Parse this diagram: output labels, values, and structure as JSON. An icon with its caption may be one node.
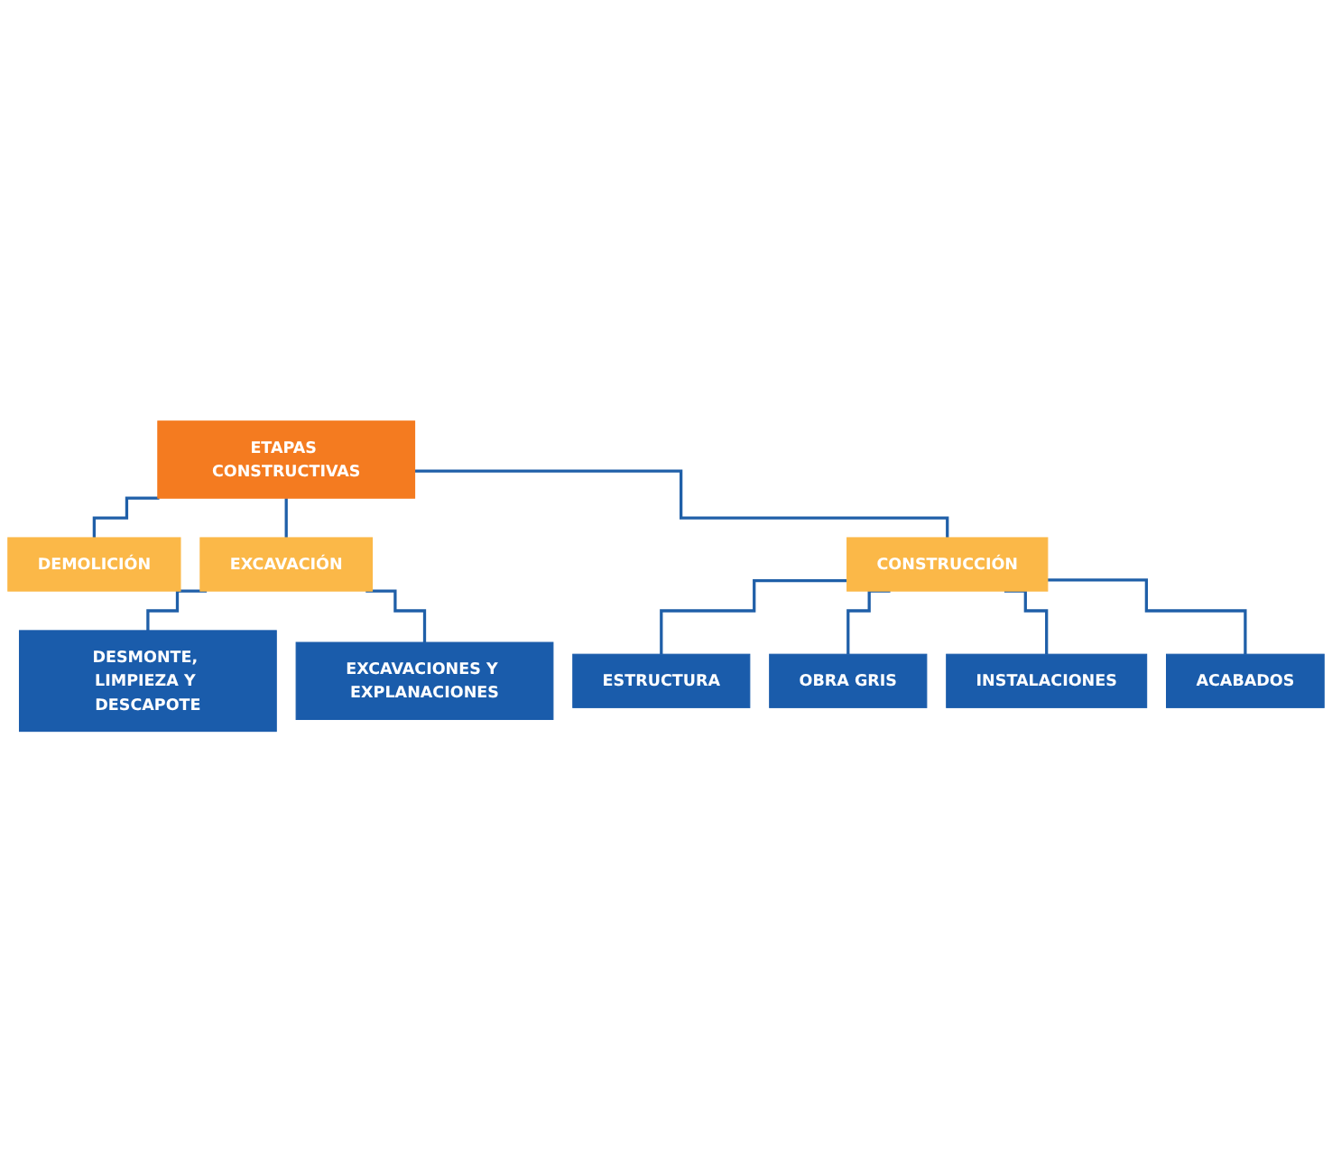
{
  "diagram": {
    "nodes": [
      {
        "text": [
          "ETAPAS CONSTRUCTIVAS"
        ]
      },
      {
        "text": [
          "DEMOLICIÓN"
        ]
      },
      {
        "text": [
          "EXCAVACIÓN"
        ]
      },
      {
        "text": [
          "CONSTRUCCIÓN"
        ]
      },
      {
        "text": [
          "DESMONTE, LIMPIEZA Y DESCAPOTE"
        ]
      },
      {
        "text": [
          "EXCAVACIONES Y EXPLANACIONES"
        ]
      },
      {
        "text": [
          "ESTRUCTURA"
        ]
      },
      {
        "text": [
          "OBRA GRIS"
        ]
      },
      {
        "text": [
          "INSTALACIONES"
        ]
      },
      {
        "text": [
          "ACABADOS"
        ]
      }
    ],
    "edges": [
      {
        "from": 0,
        "to": 1,
        "arrow": "none"
      },
      {
        "from": 0,
        "to": 2,
        "arrow": "none"
      },
      {
        "from": 0,
        "to": 3,
        "arrow": "none"
      },
      {
        "from": 2,
        "to": 4,
        "arrow": "none"
      },
      {
        "from": 2,
        "to": 5,
        "arrow": "none"
      },
      {
        "from": 3,
        "to": 6,
        "arrow": "none"
      },
      {
        "from": 3,
        "to": 7,
        "arrow": "none"
      },
      {
        "from": 3,
        "to": 8,
        "arrow": "none"
      },
      {
        "from": 3,
        "to": 9,
        "arrow": "none"
      }
    ]
  }
}
